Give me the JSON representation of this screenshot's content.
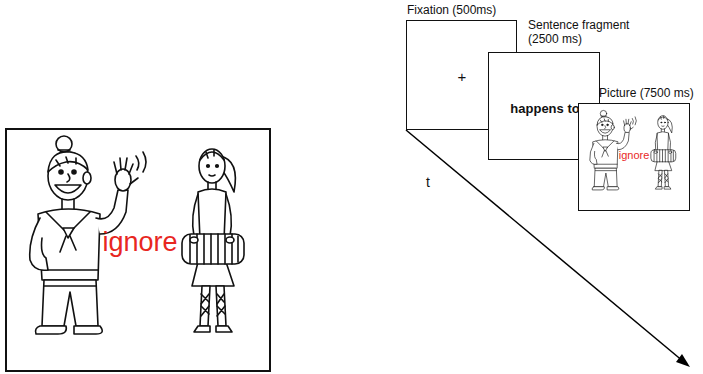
{
  "diagram": {
    "nodes": [
      {
        "text": [
          "ignore"
        ]
      },
      {
        "text": [
          "Fixation (500ms)",
          "+"
        ]
      },
      {
        "text": [
          "Sentence fragment (2500 ms)",
          "happens to"
        ]
      },
      {
        "text": [
          "Picture (7500 ms)",
          "ignore"
        ]
      }
    ],
    "labels": [
      "t"
    ]
  }
}
